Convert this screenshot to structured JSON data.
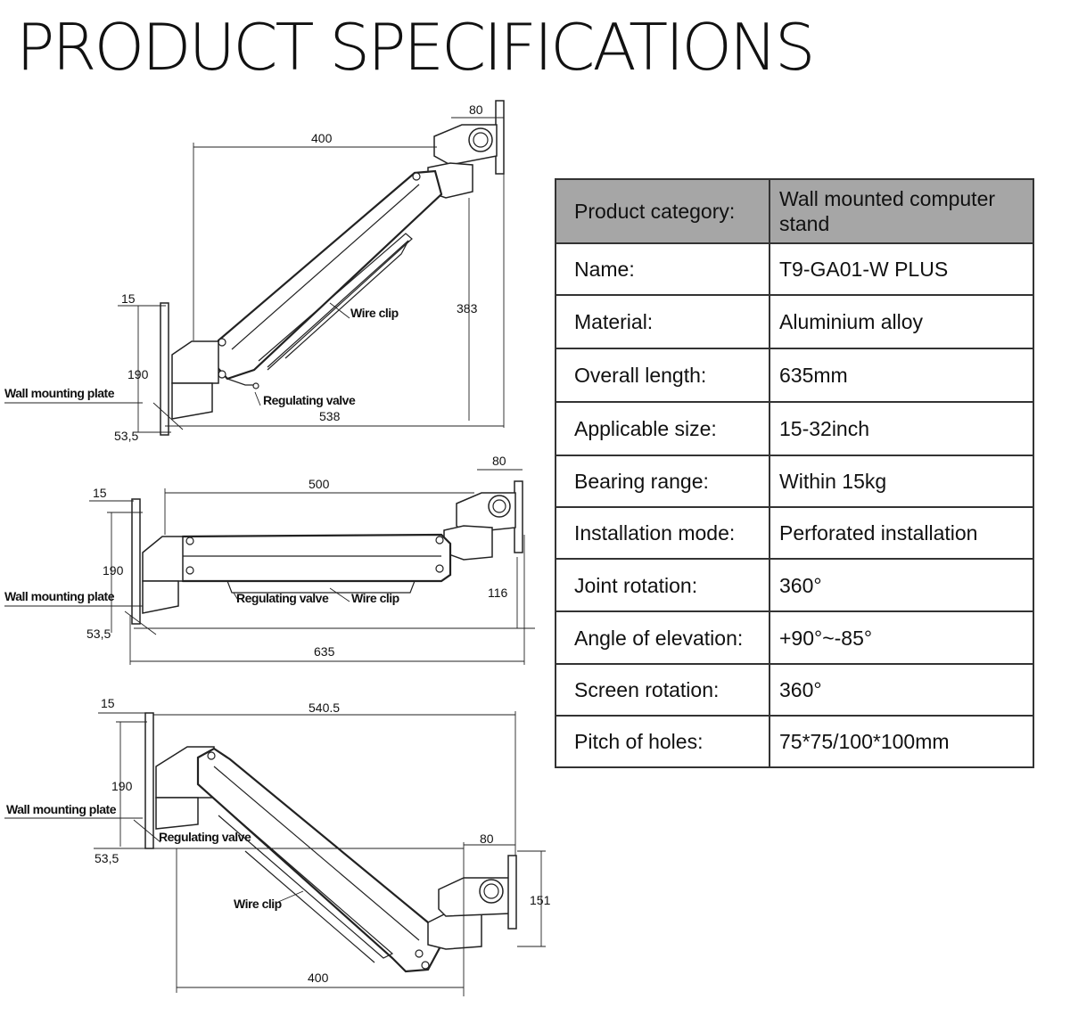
{
  "title": "PRODUCT SPECIFICATIONS",
  "drawings": {
    "top_view": {
      "dims": {
        "wall_offset": "80",
        "arm_length": "400",
        "height": "383",
        "plate_depth": "15",
        "plate_height": "190",
        "plate_offset": "53,5",
        "overall": "538"
      },
      "callouts": {
        "wire_clip": "Wire clip",
        "regulating_valve": "Regulating valve",
        "wall_plate": "Wall mounting plate"
      }
    },
    "middle_view": {
      "dims": {
        "wall_offset": "80",
        "arm_length": "500",
        "plate_depth": "15",
        "plate_height": "190",
        "drop": "116",
        "plate_offset": "53,5",
        "overall": "635"
      },
      "callouts": {
        "wall_plate": "Wall mounting plate",
        "regulating_valve": "Regulating valve",
        "wire_clip": "Wire clip"
      }
    },
    "bottom_view": {
      "dims": {
        "plate_depth": "15",
        "overall": "540.5",
        "plate_height": "190",
        "plate_offset": "53,5",
        "wall_offset": "80",
        "head_height": "151",
        "arm_length": "400"
      },
      "callouts": {
        "wall_plate": "Wall mounting plate",
        "regulating_valve": "Regulating valve",
        "wire_clip": "Wire clip"
      }
    }
  },
  "specs": [
    {
      "label": "Product category:",
      "value": "Wall mounted computer stand"
    },
    {
      "label": "Name:",
      "value": "T9-GA01-W PLUS"
    },
    {
      "label": "Material:",
      "value": "Aluminium alloy"
    },
    {
      "label": "Overall length:",
      "value": "635mm"
    },
    {
      "label": "Applicable size:",
      "value": "15-32inch"
    },
    {
      "label": "Bearing range:",
      "value": "Within 15kg"
    },
    {
      "label": "Installation mode:",
      "value": "Perforated installation"
    },
    {
      "label": "Joint rotation:",
      "value": "360°"
    },
    {
      "label": "Angle of elevation:",
      "value": "+90°~-85°"
    },
    {
      "label": "Screen rotation:",
      "value": "360°"
    },
    {
      "label": "Pitch of holes:",
      "value": "75*75/100*100mm"
    }
  ]
}
